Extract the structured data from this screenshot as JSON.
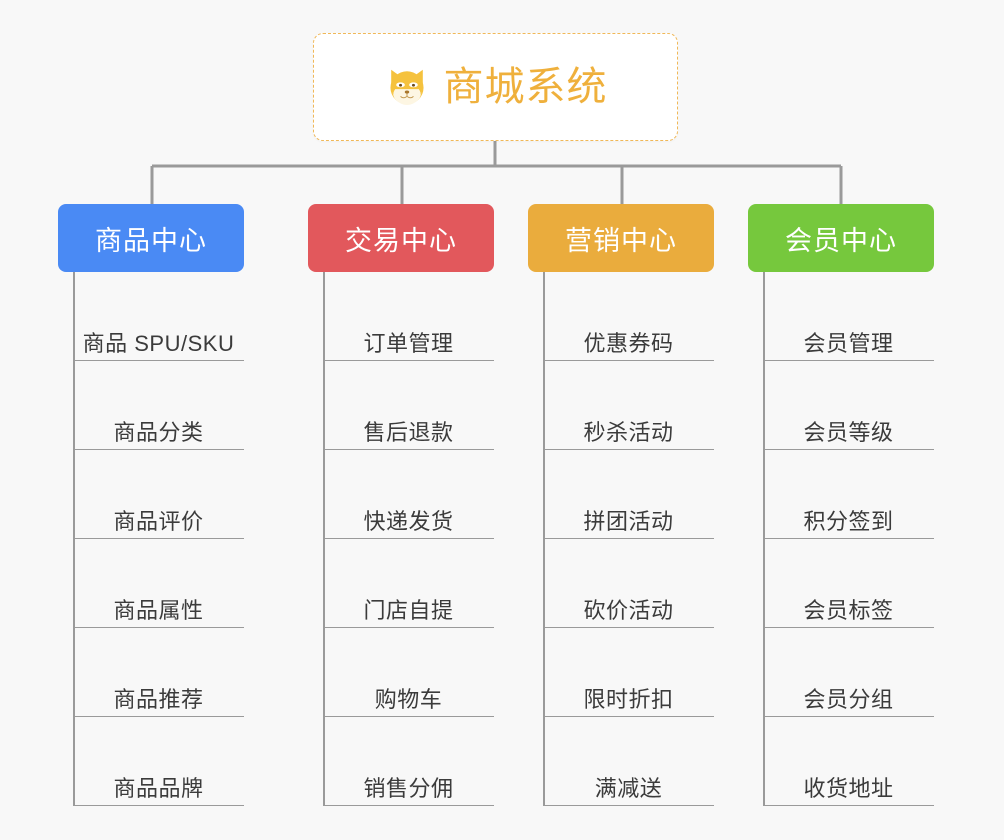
{
  "diagram": {
    "type": "org-chart",
    "background_color": "#f8f8f8",
    "connector_color": "#9a9a9a"
  },
  "root": {
    "title": "商城系统",
    "icon": "shiba-dog-face-icon",
    "text_color": "#efb03c",
    "border_color": "#f0b858",
    "background_color": "#ffffff"
  },
  "categories": [
    {
      "label": "商品中心",
      "color": "#4a8af4",
      "items": [
        {
          "label": "商品 SPU/SKU"
        },
        {
          "label": "商品分类"
        },
        {
          "label": "商品评价"
        },
        {
          "label": "商品属性"
        },
        {
          "label": "商品推荐"
        },
        {
          "label": "商品品牌"
        }
      ]
    },
    {
      "label": "交易中心",
      "color": "#e2585c",
      "items": [
        {
          "label": "订单管理"
        },
        {
          "label": "售后退款"
        },
        {
          "label": "快递发货"
        },
        {
          "label": "门店自提"
        },
        {
          "label": "购物车"
        },
        {
          "label": "销售分佣"
        }
      ]
    },
    {
      "label": "营销中心",
      "color": "#eaac3d",
      "items": [
        {
          "label": "优惠券码"
        },
        {
          "label": "秒杀活动"
        },
        {
          "label": "拼团活动"
        },
        {
          "label": "砍价活动"
        },
        {
          "label": "限时折扣"
        },
        {
          "label": "满减送"
        }
      ]
    },
    {
      "label": "会员中心",
      "color": "#76c83d",
      "items": [
        {
          "label": "会员管理"
        },
        {
          "label": "会员等级"
        },
        {
          "label": "积分签到"
        },
        {
          "label": "会员标签"
        },
        {
          "label": "会员分组"
        },
        {
          "label": "收货地址"
        }
      ]
    }
  ]
}
